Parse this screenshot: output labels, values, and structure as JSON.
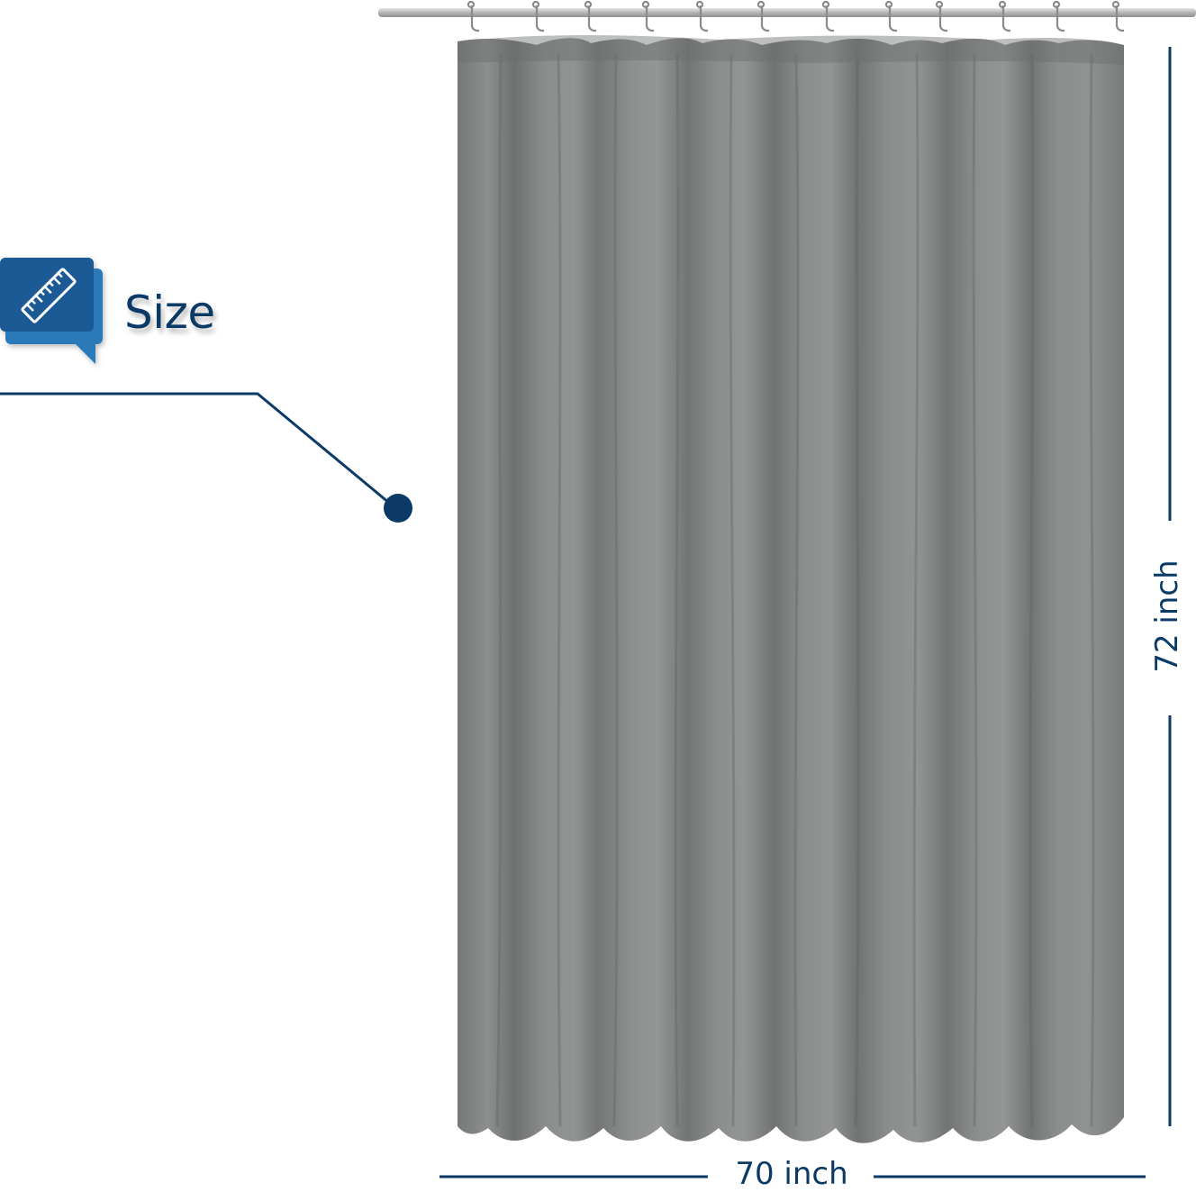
{
  "labels": {
    "size_title": "Size",
    "height": "72 inch",
    "width": "70 inch"
  },
  "colors": {
    "accent": "#0b3a66",
    "icon_front": "#1b5a95",
    "icon_back": "#2b79b8",
    "curtain": "#838584",
    "rod": "#b5b5b5"
  },
  "icons": [
    "ruler-icon",
    "speech-bubble-icon",
    "curtain-hook-icon"
  ]
}
